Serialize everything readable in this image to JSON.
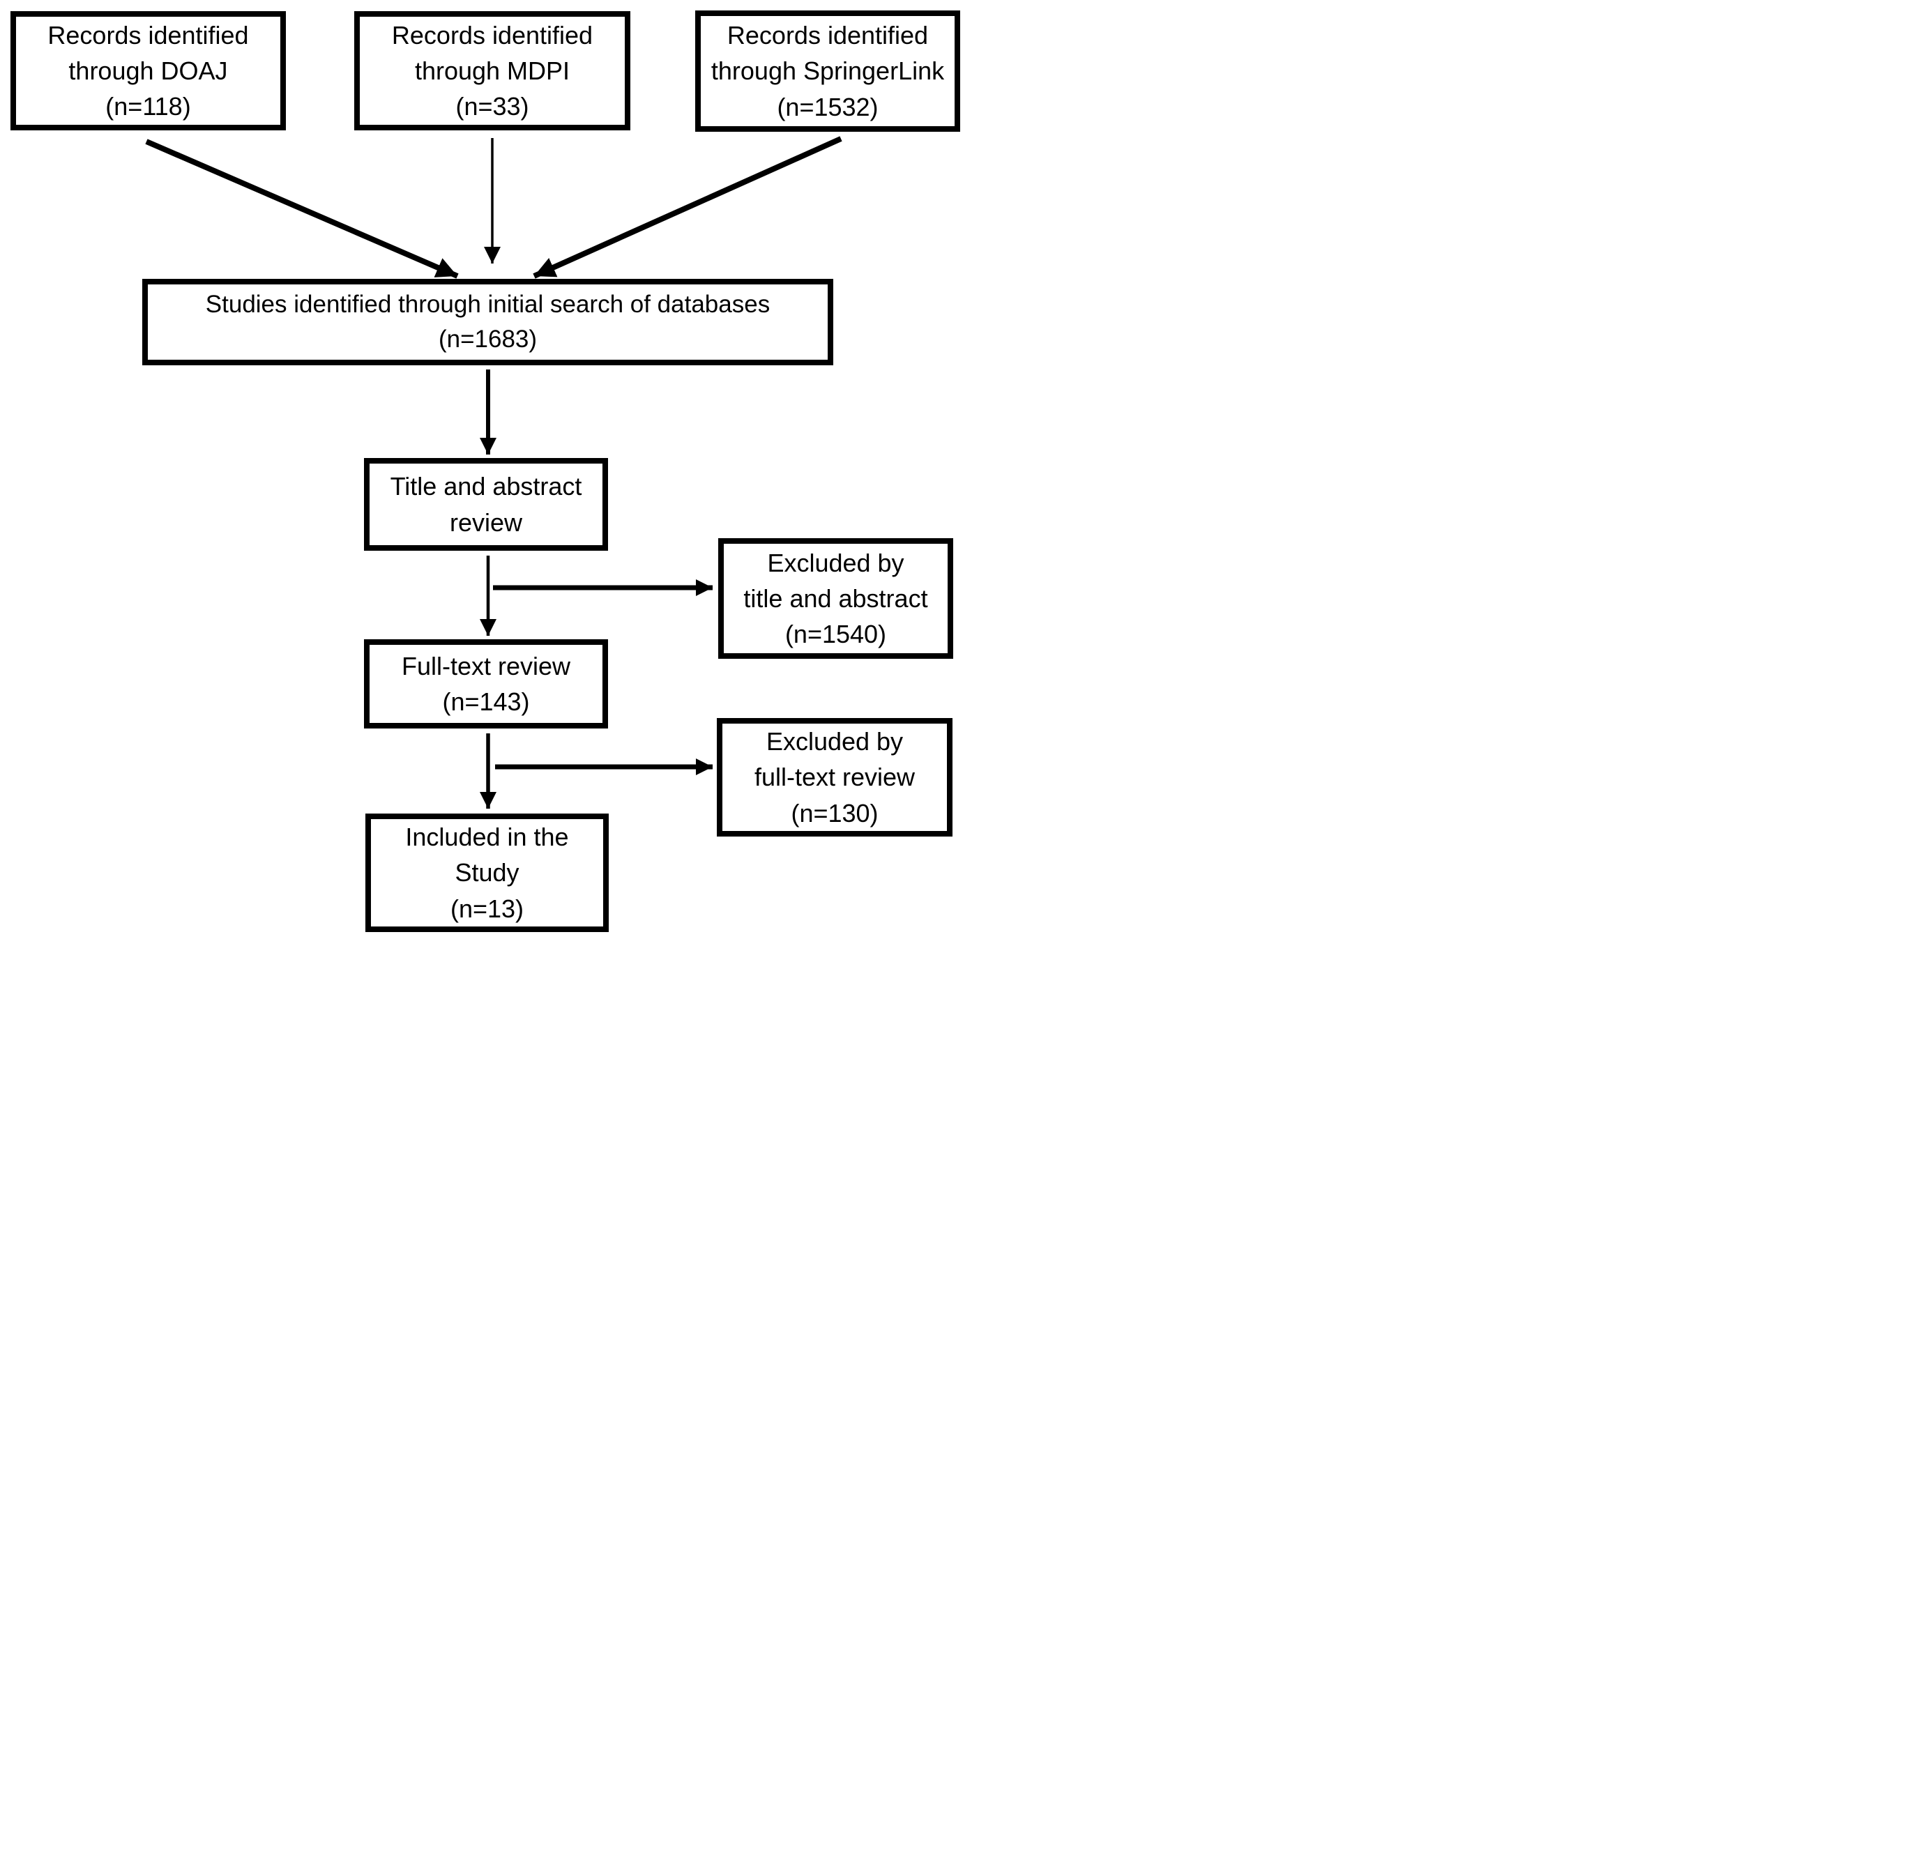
{
  "figure_type": "flowchart",
  "colors": {
    "background": "#ffffff",
    "box_border": "#000000",
    "text": "#000000",
    "arrow": "#000000"
  },
  "boxes": {
    "doaj": {
      "text": "Records identified\nthrough DOAJ\n(n=118)",
      "count": 118
    },
    "mdpi": {
      "text": "Records identified\nthrough MDPI\n(n=33)",
      "count": 33
    },
    "springerlink": {
      "text": "Records identified\nthrough SpringerLink\n(n=1532)",
      "count": 1532
    },
    "initial_search": {
      "text": "Studies identified through initial search of databases\n(n=1683)",
      "count": 1683
    },
    "title_abstract_review": {
      "text": "Title and abstract\nreview"
    },
    "excluded_title_abstract": {
      "text": "Excluded by\ntitle and abstract\n(n=1540)",
      "count": 1540
    },
    "fulltext_review": {
      "text": "Full-text review\n(n=143)",
      "count": 143
    },
    "excluded_fulltext": {
      "text": "Excluded by\nfull-text review\n(n=130)",
      "count": 130
    },
    "included_study": {
      "text": "Included in the\nStudy\n(n=13)",
      "count": 13
    }
  },
  "edges": [
    {
      "from": "doaj",
      "to": "initial_search"
    },
    {
      "from": "mdpi",
      "to": "initial_search"
    },
    {
      "from": "springerlink",
      "to": "initial_search"
    },
    {
      "from": "initial_search",
      "to": "title_abstract_review"
    },
    {
      "from": "title_abstract_review",
      "to": "excluded_title_abstract"
    },
    {
      "from": "title_abstract_review",
      "to": "fulltext_review"
    },
    {
      "from": "fulltext_review",
      "to": "excluded_fulltext"
    },
    {
      "from": "fulltext_review",
      "to": "included_study"
    }
  ]
}
